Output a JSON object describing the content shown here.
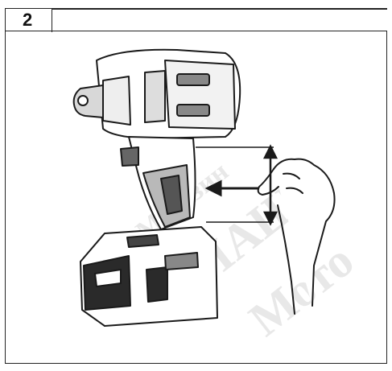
{
  "figure": {
    "number": "2",
    "subject": "impact-wrench-with-battery",
    "action_arrow": "left-arrow",
    "range_indicator": "double-vertical-arrow"
  },
  "watermark": {
    "text": "Магазин МАШ Мотофе",
    "color": "#e6e6e6"
  },
  "colors": {
    "line": "#1a1a1a",
    "tool_grey": "#b9b9b9",
    "battery_dark": "#2a2a2a"
  }
}
